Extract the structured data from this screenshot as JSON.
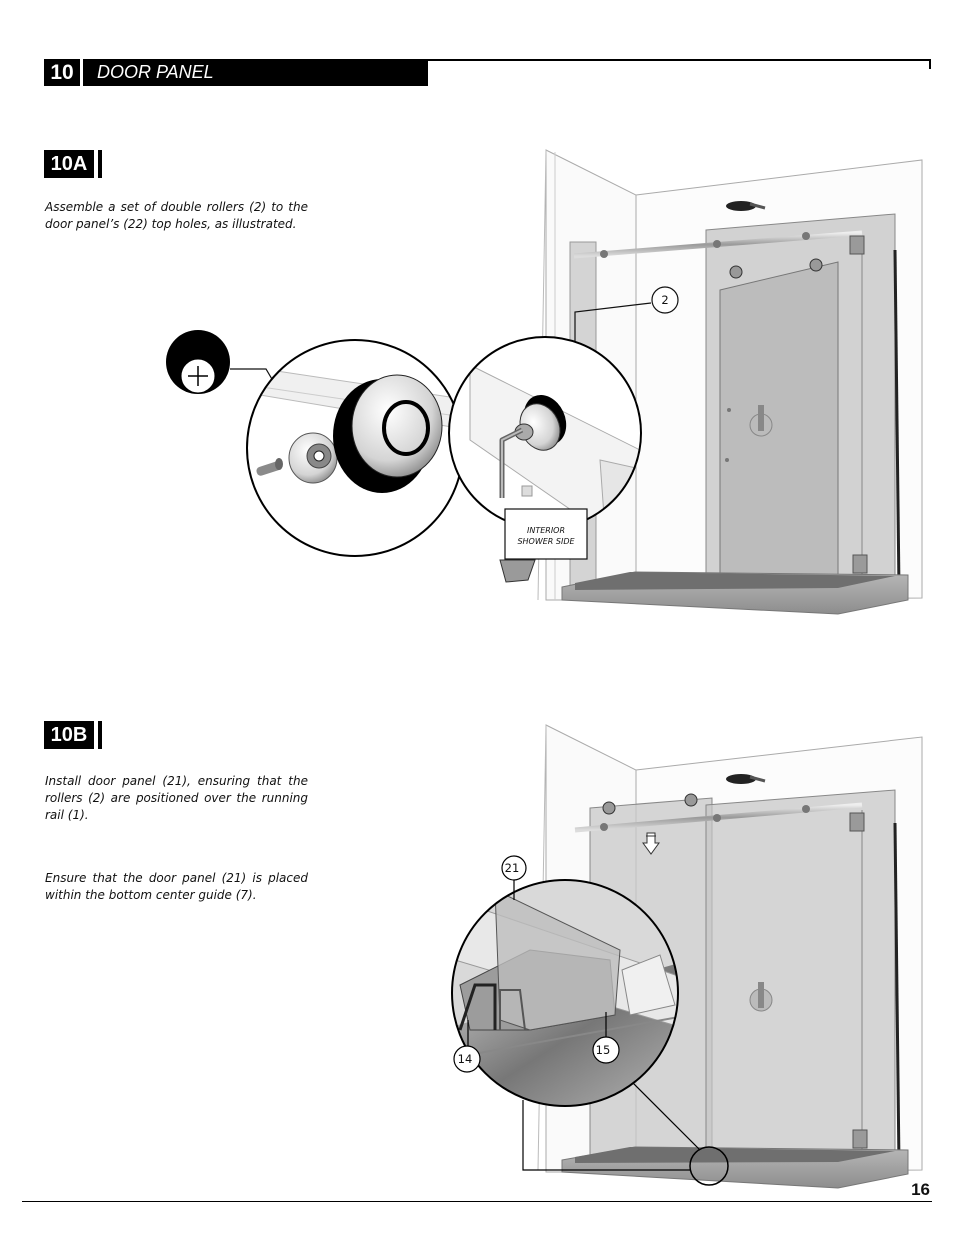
{
  "header": {
    "step_number": "10",
    "title": "DOOR PANEL"
  },
  "step_a": {
    "label": "10A",
    "text": "Assemble a set of double rollers (2) to the door panel’s (22) top holes, as illustrated.",
    "callout_2": "2",
    "box_line1": "INTERIOR",
    "box_line2": "SHOWER SIDE",
    "icon": "plus-icon"
  },
  "step_b": {
    "label": "10B",
    "text1": "Install door panel (21), ensuring that the rollers (2) are positioned over the running rail (1).",
    "text2": "Ensure that the door panel (21) is placed within the bottom center guide (7).",
    "callout_21": "21",
    "callout_14": "14",
    "callout_15": "15"
  },
  "footer": {
    "page_number": "16"
  }
}
